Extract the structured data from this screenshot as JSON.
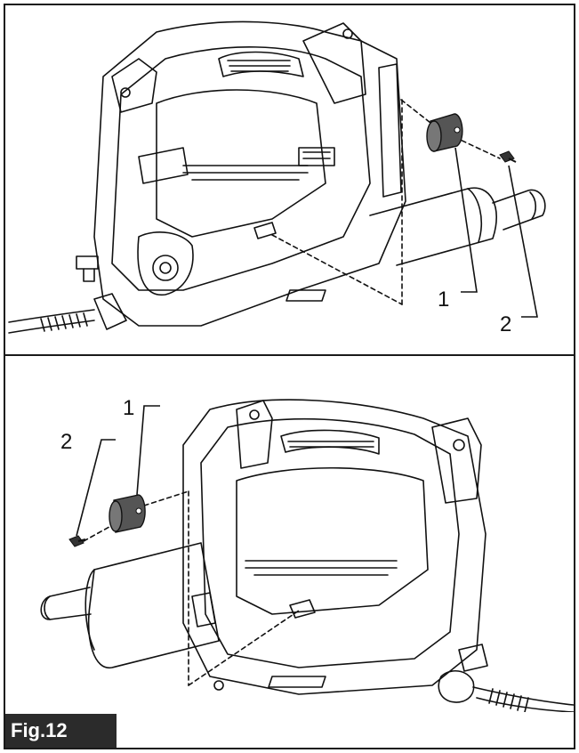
{
  "figure": {
    "label": "Fig.12"
  },
  "top_panel": {
    "callouts": [
      {
        "id": "1",
        "text": "1"
      },
      {
        "id": "2",
        "text": "2"
      }
    ]
  },
  "bottom_panel": {
    "callouts": [
      {
        "id": "1",
        "text": "1"
      },
      {
        "id": "2",
        "text": "2"
      }
    ]
  },
  "colors": {
    "line": "#111111",
    "part_fill": "#555555",
    "label_bg": "#2b2b2b",
    "label_text": "#ffffff"
  }
}
